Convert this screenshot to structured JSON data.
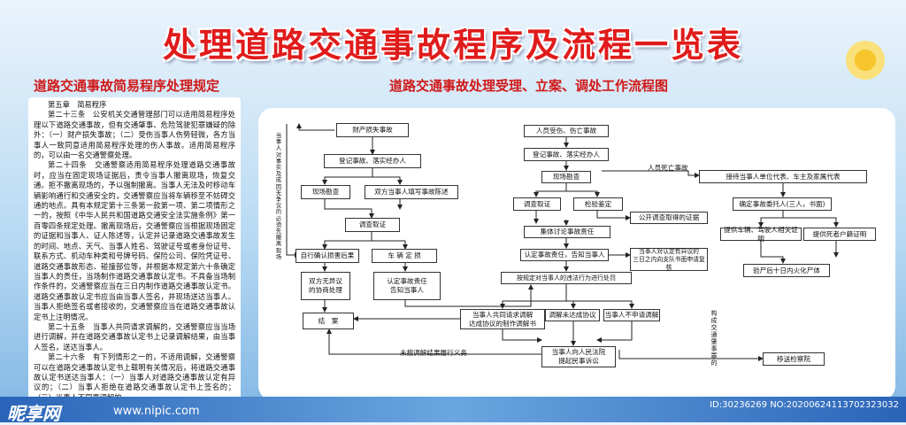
{
  "title": "处理道路交通事故程序及流程一览表",
  "left_heading": "道路交通事故简易程序处理规定",
  "right_heading": "道路交通事故处理受理、立案、调处工作流程图",
  "left_text": [
    "第五章　简易程序",
    "第二十三条　公安机关交通管理部门可以适用简易程序处理以下道路交通事故，但有交通肇事、危险驾驶犯罪嫌疑的除外：（一）财产损失事故；（二）受伤当事人伤势轻微，各方当事人一致同意适用简易程序处理的伤人事故。适用简易程序的，可以由一名交通警察处理。",
    "第二十四条　交通警察适用简易程序处理道路交通事故时，应当在固定现场证据后，责令当事人撤离现场，恢复交通。拒不撤离现场的，予以强制撤离。当事人无法及时移动车辆影响通行和交通安全的，交通警察应当将车辆移至不妨碍交通的地点。具有本规定第十三条第一款第一项、第二项情形之一的，按照《中华人民共和国道路交通安全法实施条例》第一百零四条规定处理。撤离现场后，交通警察应当根据现场固定的证据和当事人、证人陈述等，认定并记录道路交通事故发生的时间、地点、天气、当事人姓名、驾驶证号或者身份证号、联系方式、机动车种类和号牌号码、保险公司、保险凭证号、道路交通事故形态、碰撞部位等，并根据本规定第六十条确定当事人的责任，当场制作道路交通事故认定书。不具备当场制作条件的，交通警察应当在三日内制作道路交通事故认定书。道路交通事故认定书应当由当事人签名，并现场送达当事人。当事人拒绝签名或者接收的，交通警察应当在道路交通事故认定书上注明情况。",
    "第二十五条　当事人共同请求调解的，交通警察应当当场进行调解，并在道路交通事故认定书上记录调解结果，由当事人签名，送达当事人。",
    "第二十六条　有下列情形之一的，不适用调解，交通警察可以在道路交通事故认定书上载明有关情况后，将道路交通事故认定书送达当事人：（一）当事人对道路交通事故认定有异议的；（二）当事人拒绝在道路交通事故认定书上签名的；（三）当事人不同意调解的。"
  ],
  "flow": {
    "n1": "财产损失事故",
    "n2": "登记事故、落实经办人",
    "n3": "现场勘查",
    "n4": "双方当事人填写事故陈述",
    "n5": "调查取证",
    "n6": "自行确认损害后果",
    "n7": "车 辆 定 损",
    "n8a": "双方无异议",
    "n8b": "的协商处理",
    "n9a": "认定事故责任",
    "n9b": "告知当事人",
    "n10": "结　案",
    "m1": "人员受伤、伤亡事故",
    "m2": "登记事故、落实经办人",
    "m3": "现场勘查",
    "m4": "调查取证",
    "m5": "检验鉴定",
    "m6": "公开调查取得的证据",
    "m7": "集体讨论事故责任",
    "m8": "认定事故责任，告知当事人",
    "m9a": "当事人对认定有异议的",
    "m9b": "三日之内向支队书面申请复核",
    "m10": "按规定对当事人的违法行为进行处罚",
    "m11a": "当事人共同请求调解",
    "m11b": "达成协议的制作调解书",
    "m12": "调解未达成协议",
    "m13": "当事人不申请调解",
    "m14a": "当事人向人民法院",
    "m14b": "提起民事诉讼",
    "r1": "接待当事人单位代表、车主及家属代表",
    "r2": "确定事故委托人(三人，书面)",
    "r3": "提供车辆、驾驶人相关证明",
    "r4": "提供死者户籍证明",
    "r5": "验尸后十日内火化尸体",
    "r6": "移送检察院",
    "lbl_death": "人员死亡事故",
    "lbl_noexec": "未按调解结果履行义务",
    "lbl_crime": "构成交通肇事罪的",
    "lbl_side": "当事人对事实及成因无争议的必须先撤离现场"
  },
  "watermark": {
    "logo": "昵享网",
    "url": "www.nipic.com",
    "id": "ID:30236269 NO:20200624113702323032"
  }
}
